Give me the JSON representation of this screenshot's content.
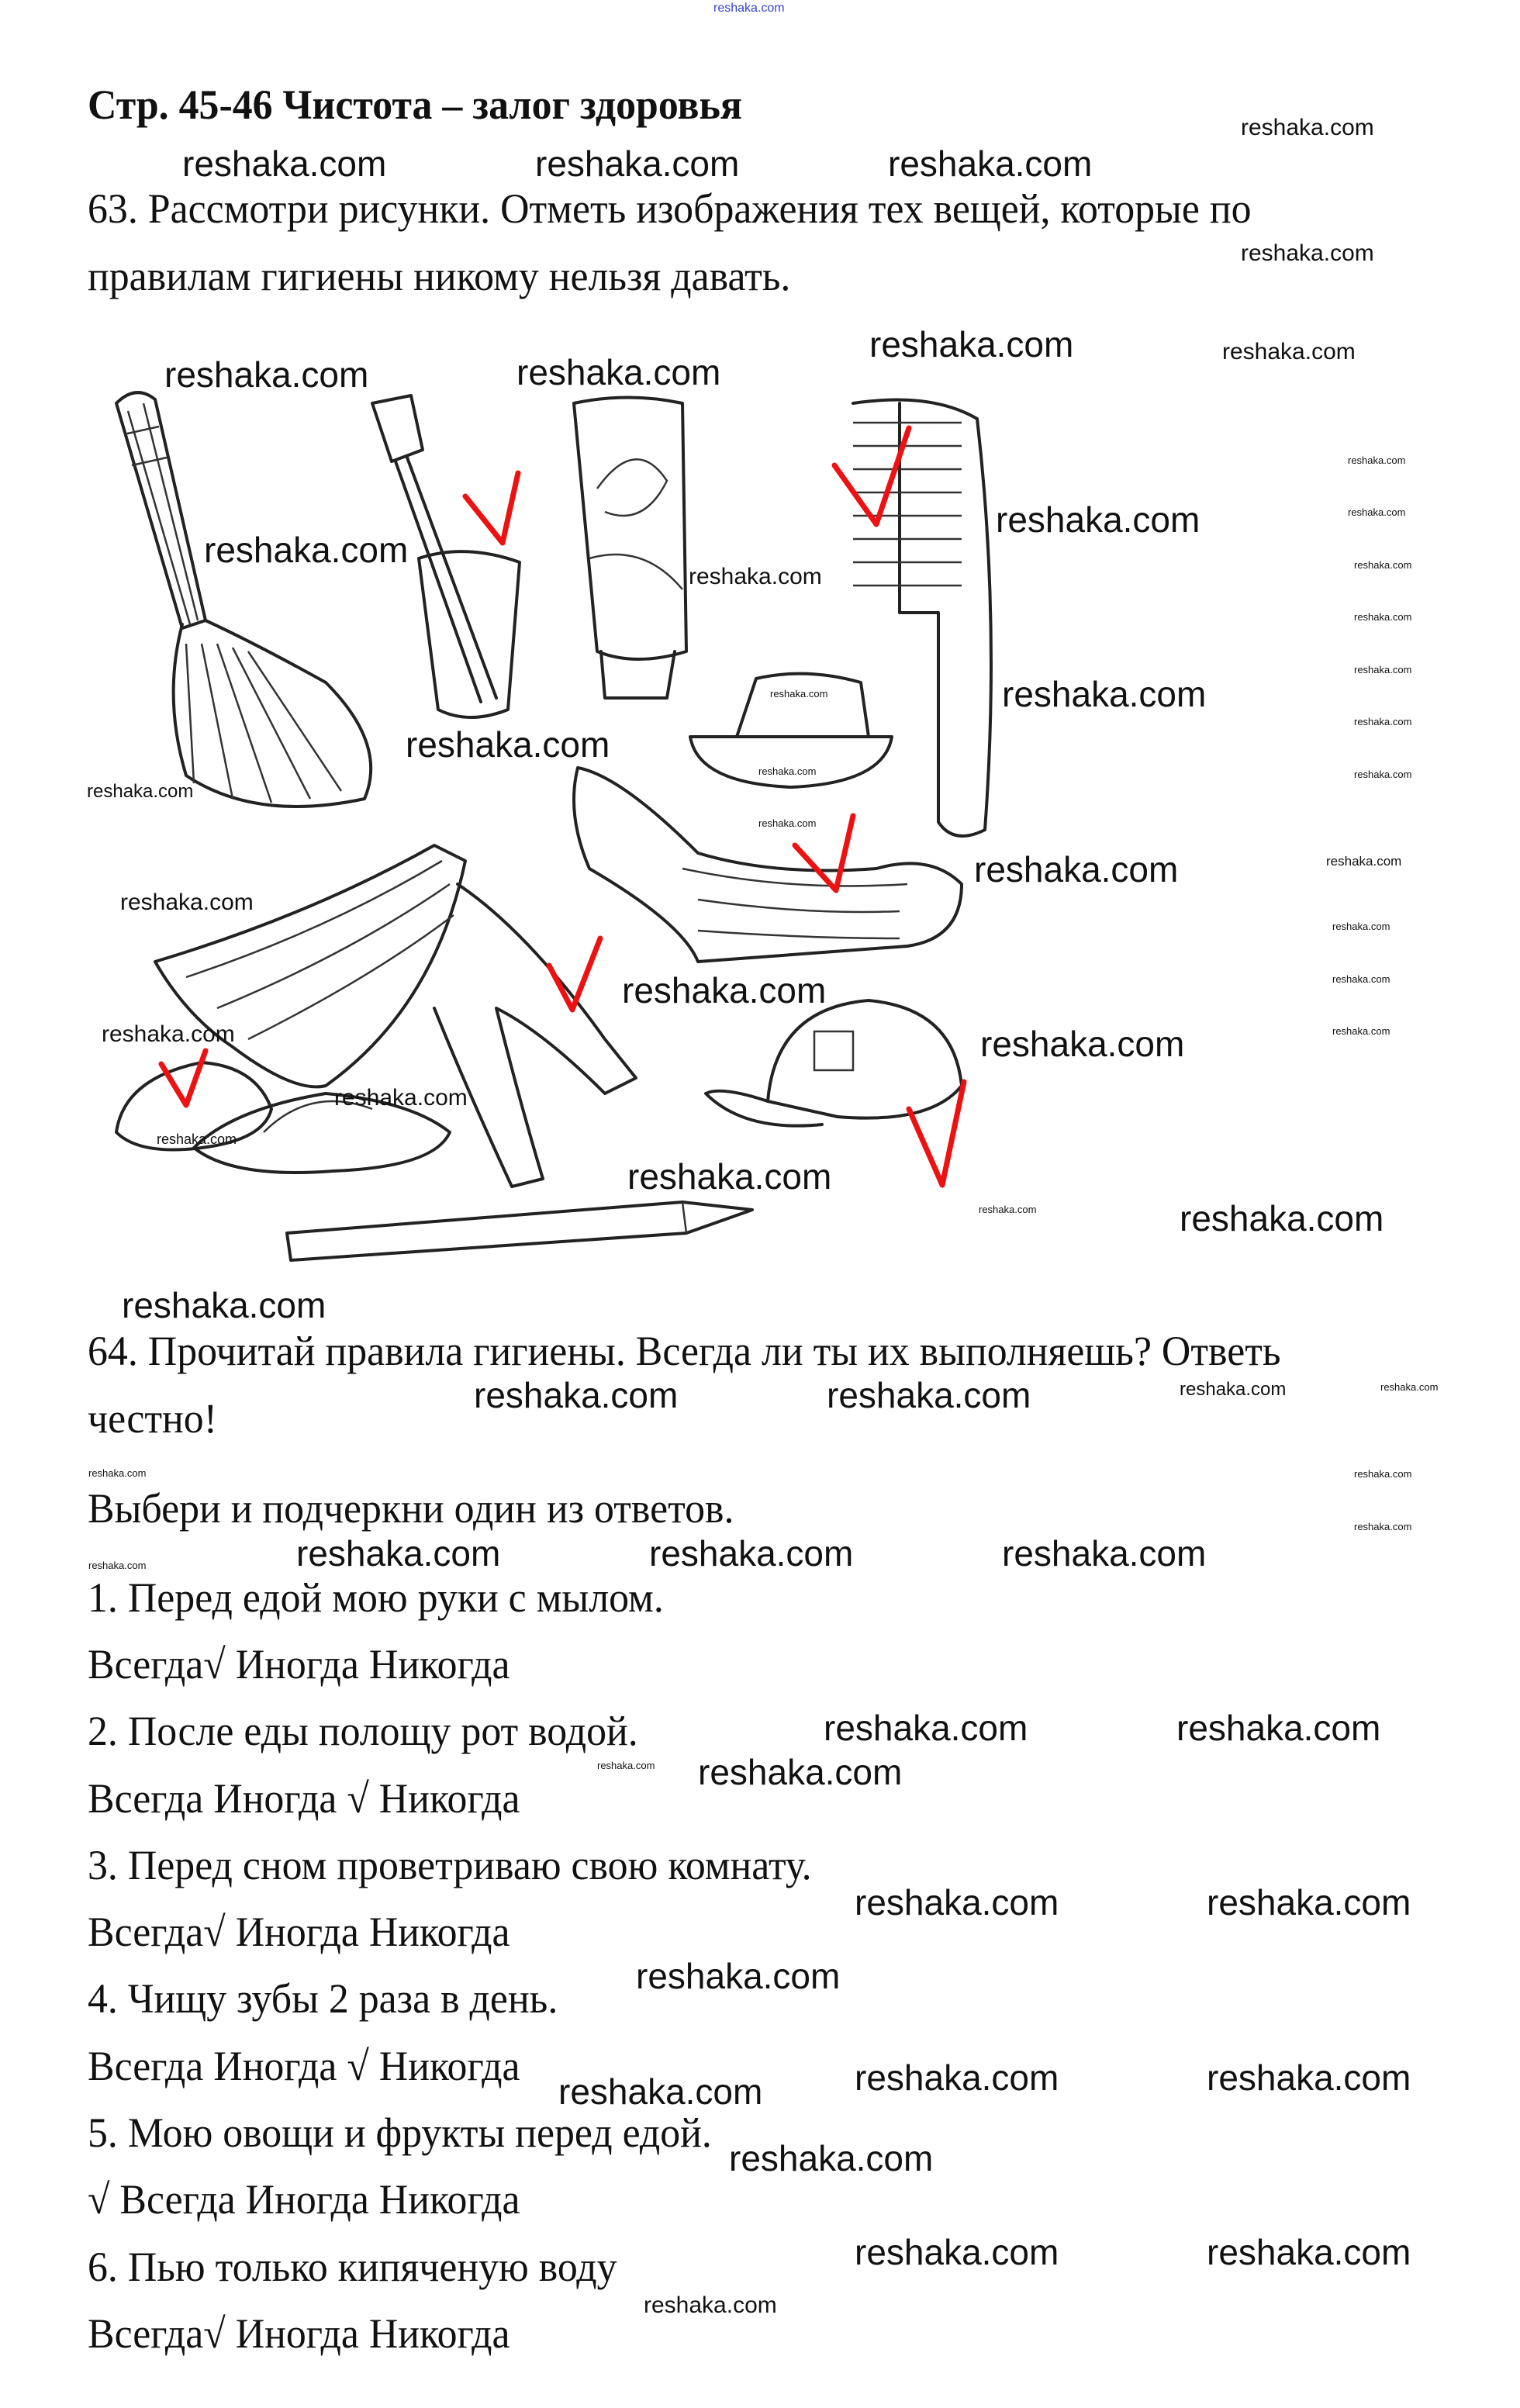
{
  "site_mark": "reshaka.com",
  "watermark": "reshaka.com",
  "title": "Стр. 45-46 Чистота – залог здоровья",
  "task63": {
    "line1": "63. Рассмотри рисунки. Отметь изображения тех вещей, которые по",
    "line2": "правилам гигиены никому нельзя давать."
  },
  "task64": {
    "line1": "64. Прочитай правила гигиены. Всегда ли ты их выполняешь? Ответь",
    "line2": "честно!",
    "instruction": "Выбери и подчеркни один из ответов.",
    "items": [
      {
        "question": "1. Перед едой мою руки с мылом.",
        "answer": "Всегда√ Иногда Никогда"
      },
      {
        "question": "2. После еды полощу рот водой.",
        "answer": "Всегда Иногда √ Никогда"
      },
      {
        "question": "3. Перед сном проветриваю свою комнату.",
        "answer": "Всегда√ Иногда Никогда"
      },
      {
        "question": "4. Чищу зубы 2 раза в день.",
        "answer": "Всегда Иногда √ Никогда"
      },
      {
        "question": "5. Мою овощи и фрукты перед едой.",
        "answer": "√ Всегда Иногда Никогда"
      },
      {
        "question": "6. Пью только кипяченую воду",
        "answer": "Всегда√ Иногда Никогда"
      }
    ]
  },
  "colors": {
    "check": "#e11111",
    "site_mark": "#3344cc"
  }
}
